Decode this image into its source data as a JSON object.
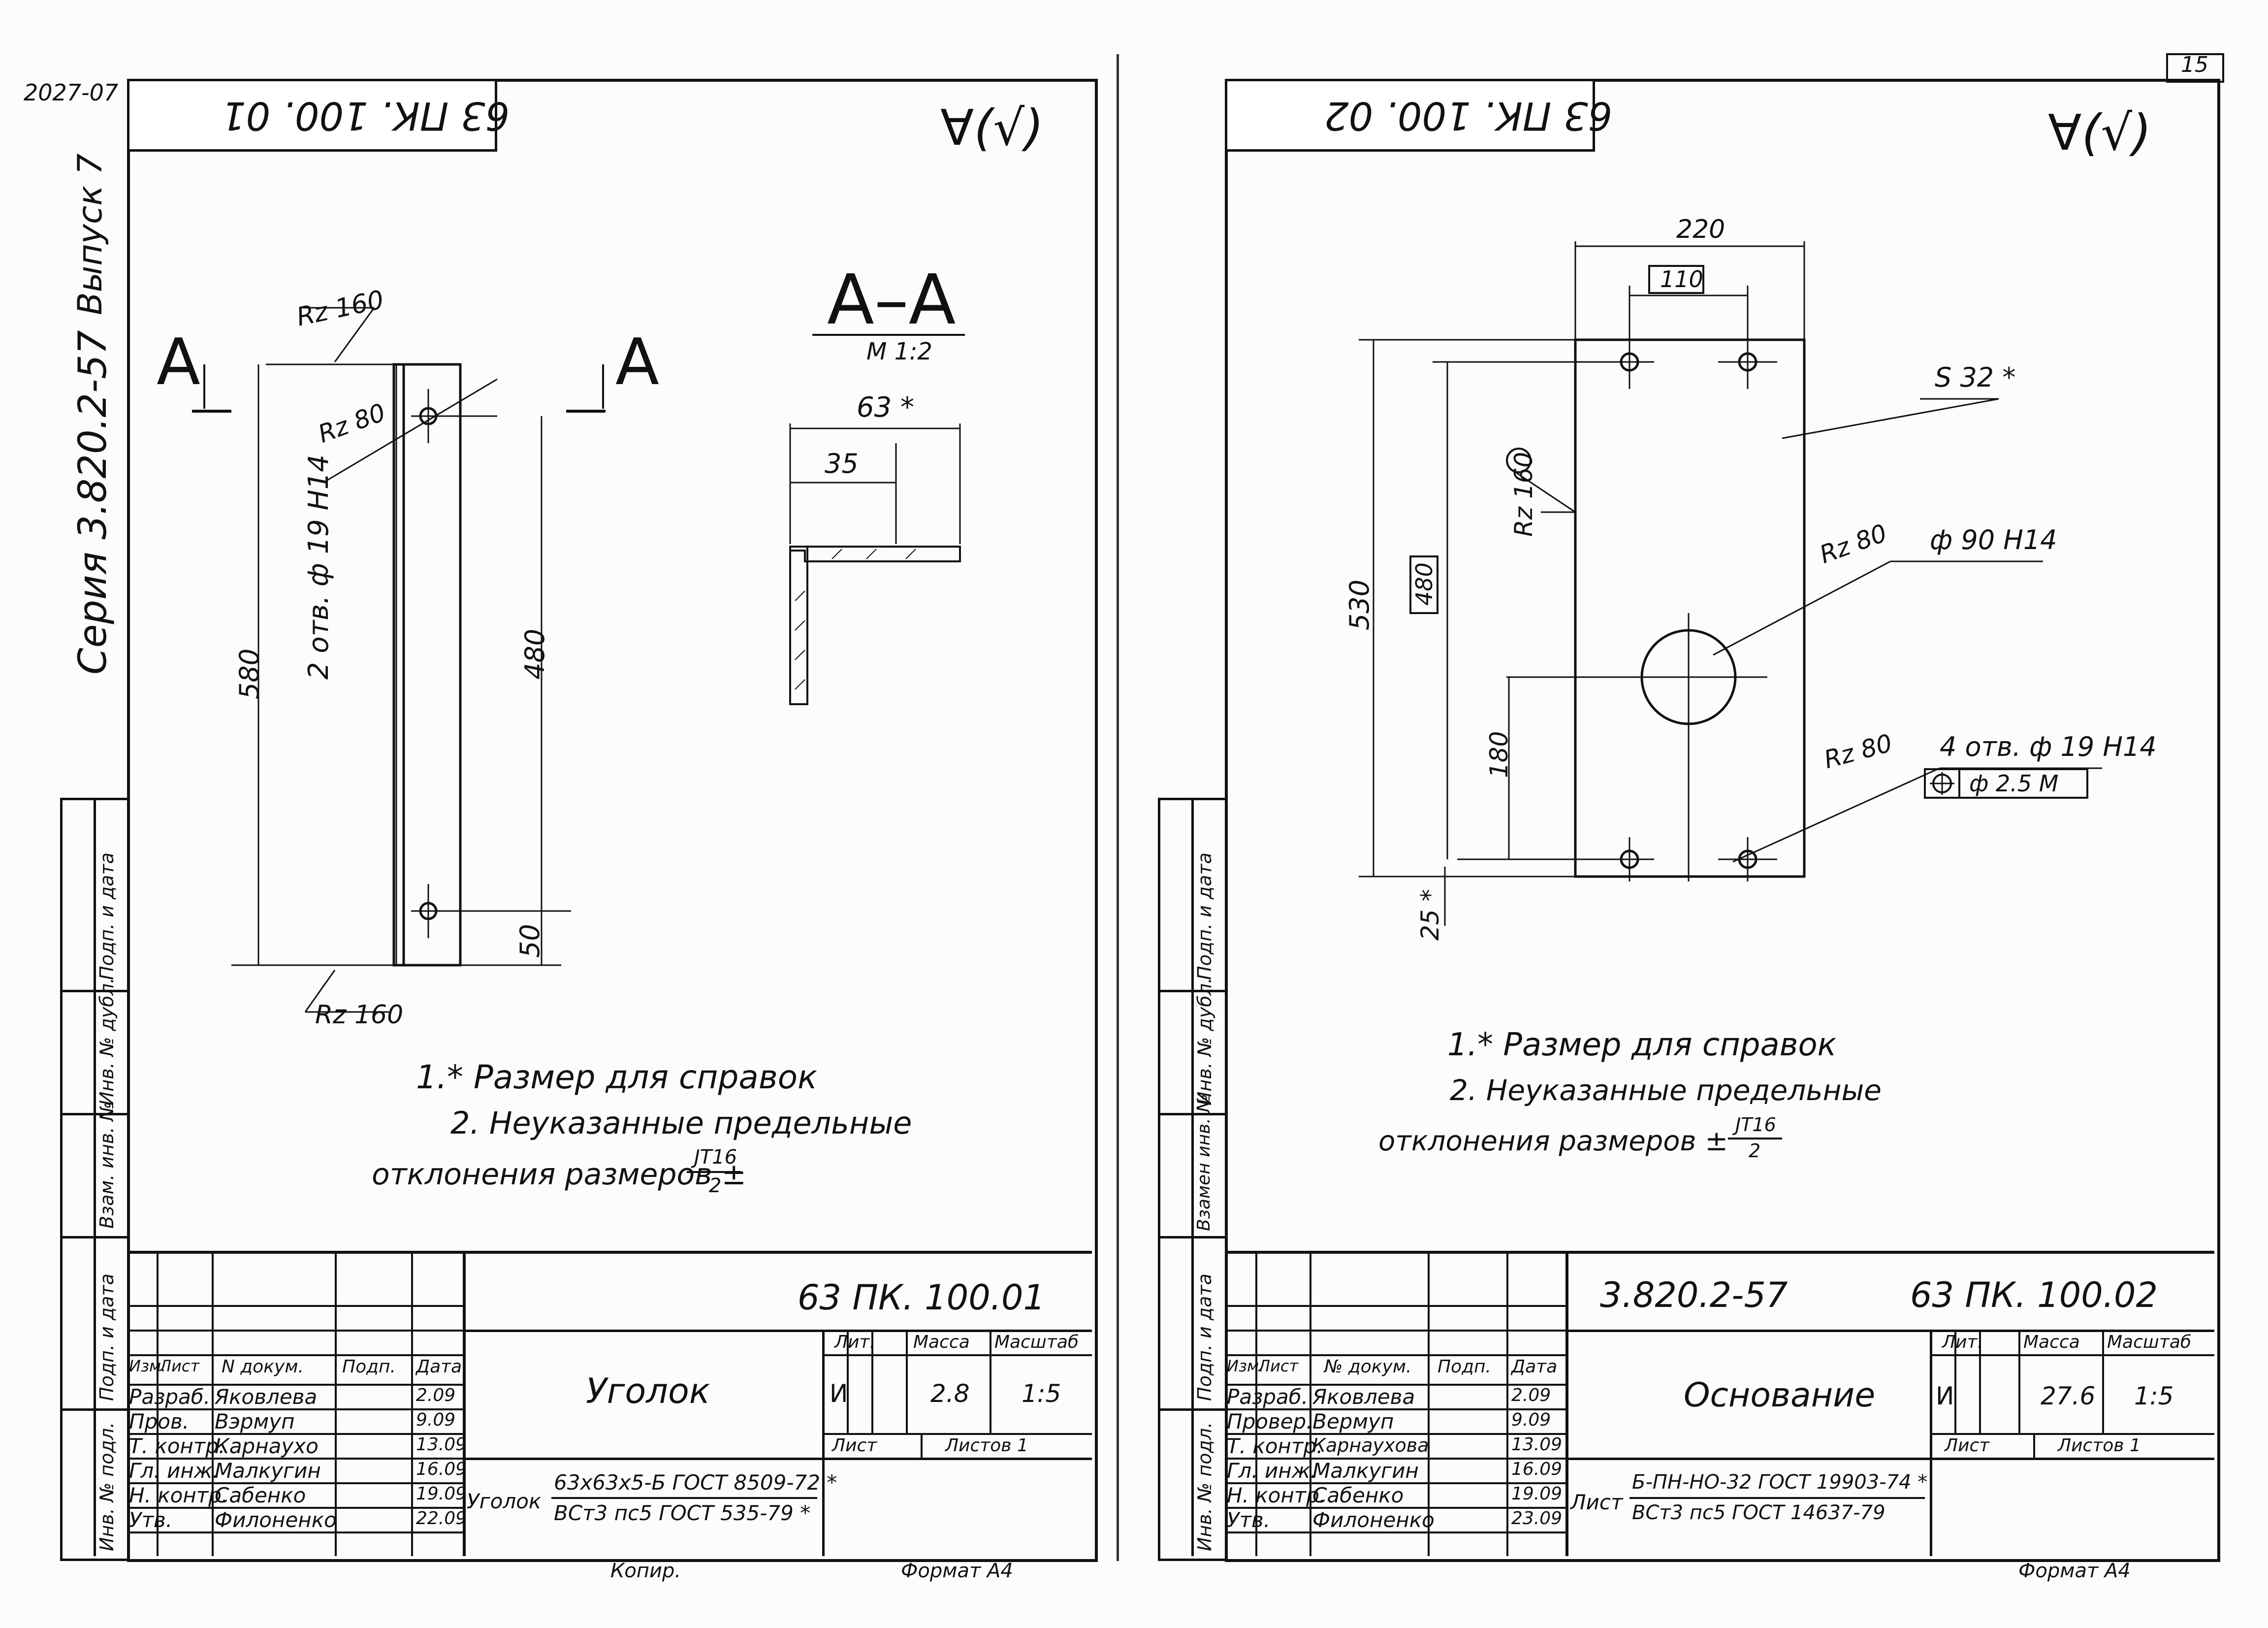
{
  "page_number": "15",
  "corner_mark": "2027-07",
  "series_text": "Серия 3.820.2-57",
  "issue_text": "Выпуск 7",
  "side_stamp_left": [
    "Подп. и дата",
    "Инв. № дубл.",
    "Взам. инв. №",
    "Подп. и дата",
    "Инв. № подл."
  ],
  "side_stamp_right": [
    "Подп. и дата",
    "Инв. № дубл.",
    "Взамен инв. №",
    "Подп. и дата",
    "Инв. № подл."
  ],
  "left_sheet": {
    "top_code": "63 ПК. 100. 01",
    "section_title": "А–А",
    "section_scale": "М 1:2",
    "section_letter_left": "А",
    "section_letter_right": "А",
    "dims": {
      "total_length": "580",
      "hole_span": "480",
      "bottom_offset": "50",
      "width": "63 *",
      "leg": "35",
      "holes": "2 отв. ф 19 Н14",
      "rz_top": "Rz 160",
      "rz_hole": "Rz 80",
      "rz_bottom": "Rz 160"
    },
    "notes": [
      "1.* Размер для справок",
      "2. Неуказанные предельные",
      "отклонения размеров ±"
    ],
    "tolerance_num": "JT16",
    "tolerance_den": "2",
    "title_block": {
      "doc_code": "63 ПК. 100.01",
      "name": "Уголок",
      "col_headers": [
        "Изм.",
        "Лист",
        "N докум.",
        "Подп.",
        "Дата"
      ],
      "roles": [
        "Разраб.",
        "Пров.",
        "Т. контр.",
        "Гл. инж.",
        "Н. контр.",
        "Утв."
      ],
      "persons": [
        "Яковлева",
        "Вэрмуп",
        "Карнаухо",
        "Малкугин",
        "Сабенко",
        "Филоненко"
      ],
      "dates": [
        "2.09",
        "9.09",
        "13.09",
        "16.09",
        "19.09",
        "22.09"
      ],
      "lit_label": "Лит.",
      "mass_label": "Масса",
      "scale_label": "Масштаб",
      "lit_value": "И",
      "mass_value": "2.8",
      "scale_value": "1:5",
      "sheet_label": "Лист",
      "sheets_label": "Листов 1",
      "material_prefix": "Уголок",
      "material_line1": "63х63х5-Б ГОСТ 8509-72 *",
      "material_line2": "ВСт3 пс5 ГОСТ 535-79 *",
      "copied": "Копир.",
      "format": "Формат А4"
    }
  },
  "right_sheet": {
    "top_code": "63 ПК. 100. 02",
    "dims": {
      "width": "220",
      "hole_span_x": "110",
      "height": "530",
      "hole_span_y": "480",
      "center_offset": "180",
      "edge": "25 *",
      "thickness": "S 32 *",
      "big_hole": "ф 90 Н14",
      "holes": "4 отв. ф 19 Н14",
      "position_tol": "ф 2.5 М",
      "rz_side": "Rz 160",
      "rz_big": "Rz 80",
      "rz_holes": "Rz 80"
    },
    "notes": [
      "1.* Размер для справок",
      "2. Неуказанные предельные",
      "отклонения размеров ±"
    ],
    "tolerance_num": "JT16",
    "tolerance_den": "2",
    "title_block": {
      "series_code": "3.820.2-57",
      "doc_code": "63 ПК. 100.02",
      "name": "Основание",
      "col_headers": [
        "Изм.",
        "Лист",
        "№ докум.",
        "Подп.",
        "Дата"
      ],
      "roles": [
        "Разраб.",
        "Провер.",
        "Т. контр.",
        "Гл. инж.",
        "Н. контр.",
        "Утв."
      ],
      "persons": [
        "Яковлева",
        "Вермуп",
        "Карнаухова",
        "Малкугин",
        "Сабенко",
        "Филоненко"
      ],
      "dates": [
        "2.09",
        "9.09",
        "13.09",
        "16.09",
        "19.09",
        "23.09"
      ],
      "lit_label": "Лит.",
      "mass_label": "Масса",
      "scale_label": "Масштаб",
      "lit_value": "И",
      "mass_value": "27.6",
      "scale_value": "1:5",
      "sheet_label": "Лист",
      "sheets_label": "Листов 1",
      "material_prefix": "Лист",
      "material_line1": "Б-ПН-НО-32 ГОСТ 19903-74 *",
      "material_line2": "ВСт3 пс5 ГОСТ 14637-79",
      "format": "Формат А4"
    }
  }
}
